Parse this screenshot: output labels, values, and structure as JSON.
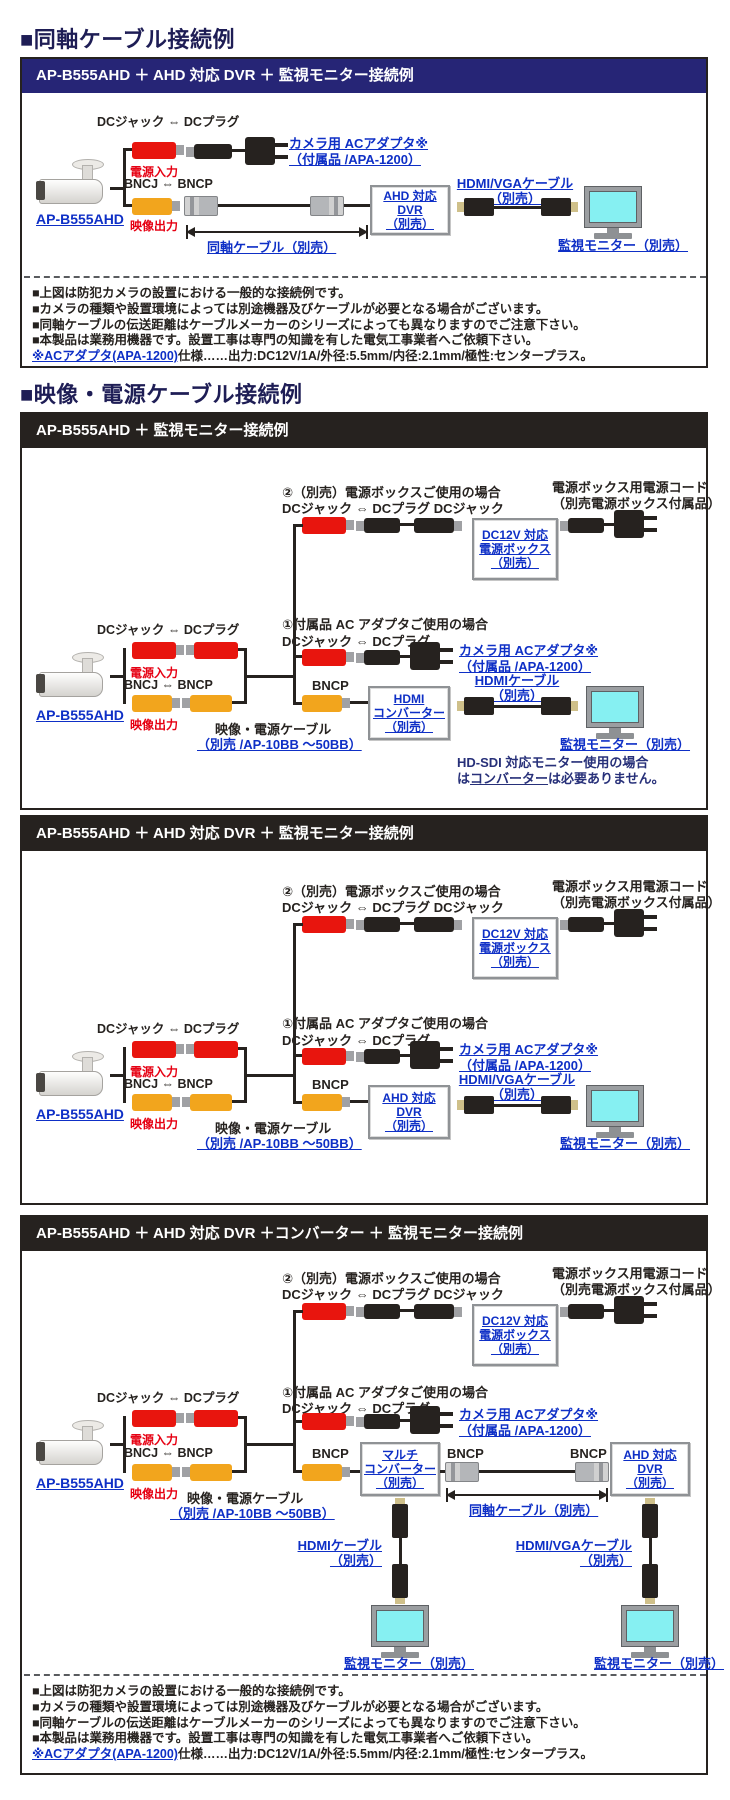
{
  "headings": {
    "coax": "■同軸ケーブル接続例",
    "av": "■映像・電源ケーブル接続例"
  },
  "bars": {
    "s1": "AP-B555AHD ＋ AHD 対応 DVR ＋ 監視モニター接続例",
    "s2": "AP-B555AHD ＋ 監視モニター接続例",
    "s3": "AP-B555AHD ＋ AHD 対応 DVR ＋ 監視モニター接続例",
    "s4": "AP-B555AHD ＋ AHD 対応 DVR ＋コンバーター ＋ 監視モニター接続例"
  },
  "labels": {
    "camera_model": "AP-B555AHD",
    "dc_pair": "DCジャック ⇔ DCプラグ",
    "dc_triple": "DCジャック ⇔ DCプラグ DCジャック",
    "bnc_pair": "BNCJ ⇔ BNCP",
    "bncp": "BNCP",
    "power_in": "電源入力",
    "video_out": "映像出力",
    "ac_adapter_1": "カメラ用 ACアダプタ※",
    "ac_adapter_2": "（付属品 /APA-1200）",
    "coax_cable": "同軸ケーブル（別売）",
    "hdmi_vga_cable": "HDMI/VGAケーブル",
    "hdmi_cable": "HDMIケーブル",
    "besale": "（別売）",
    "monitor": "監視モニター（別売）",
    "case2_title": "②（別売）電源ボックスご使用の場合",
    "case1_title": "①付属品 AC アダプタご使用の場合",
    "power_cord_1": "電源ボックス用電源コード",
    "power_cord_2": "（別売電源ボックス付属品）",
    "av_cable_1": "映像・電源ケーブル",
    "av_cable_2": "（別売 /AP-10BB ～50BB）",
    "hdsdi_1": "HD-SDI 対応モニター使用の場合",
    "hdsdi_2a": "は",
    "hdsdi_2b": "コンバーター",
    "hdsdi_2c": "は必要ありません。"
  },
  "boxes": {
    "dvr": [
      "AHD 対応",
      "DVR",
      "（別売）"
    ],
    "power": [
      "DC12V 対応",
      "電源ボックス",
      "（別売）"
    ],
    "hdmi_conv": [
      "HDMI",
      "コンバーター",
      "（別売）"
    ],
    "multi_conv": [
      "マルチ",
      "コンバーター",
      "（別売）"
    ]
  },
  "notes": {
    "line1": "■上図は防犯カメラの設置における一般的な接続例です。",
    "line2": "■カメラの種類や設置環境によっては別途機器及びケーブルが必要となる場合がございます。",
    "line3": "■同軸ケーブルの伝送距離はケーブルメーカーのシリーズによっても異なりますのでご注意下さい。",
    "line4": "■本製品は業務用機器です。設置工事は専門の知識を有した電気工事業者へご依頼下さい。",
    "spec_link": "※ACアダプタ(APA-1200)",
    "spec_rest": "仕様……出力:DC12V/1A/外径:5.5mm/内径:2.1mm/極性:センタープラス。"
  },
  "colors": {
    "navy_bar": "#262576",
    "black_bar": "#26221f",
    "link_blue": "#0e2fc6",
    "signal_red": "#e60012",
    "bnc_yellow": "#f2a51d",
    "screen_cyan": "#86f0f2",
    "note_navy": "#273079"
  }
}
